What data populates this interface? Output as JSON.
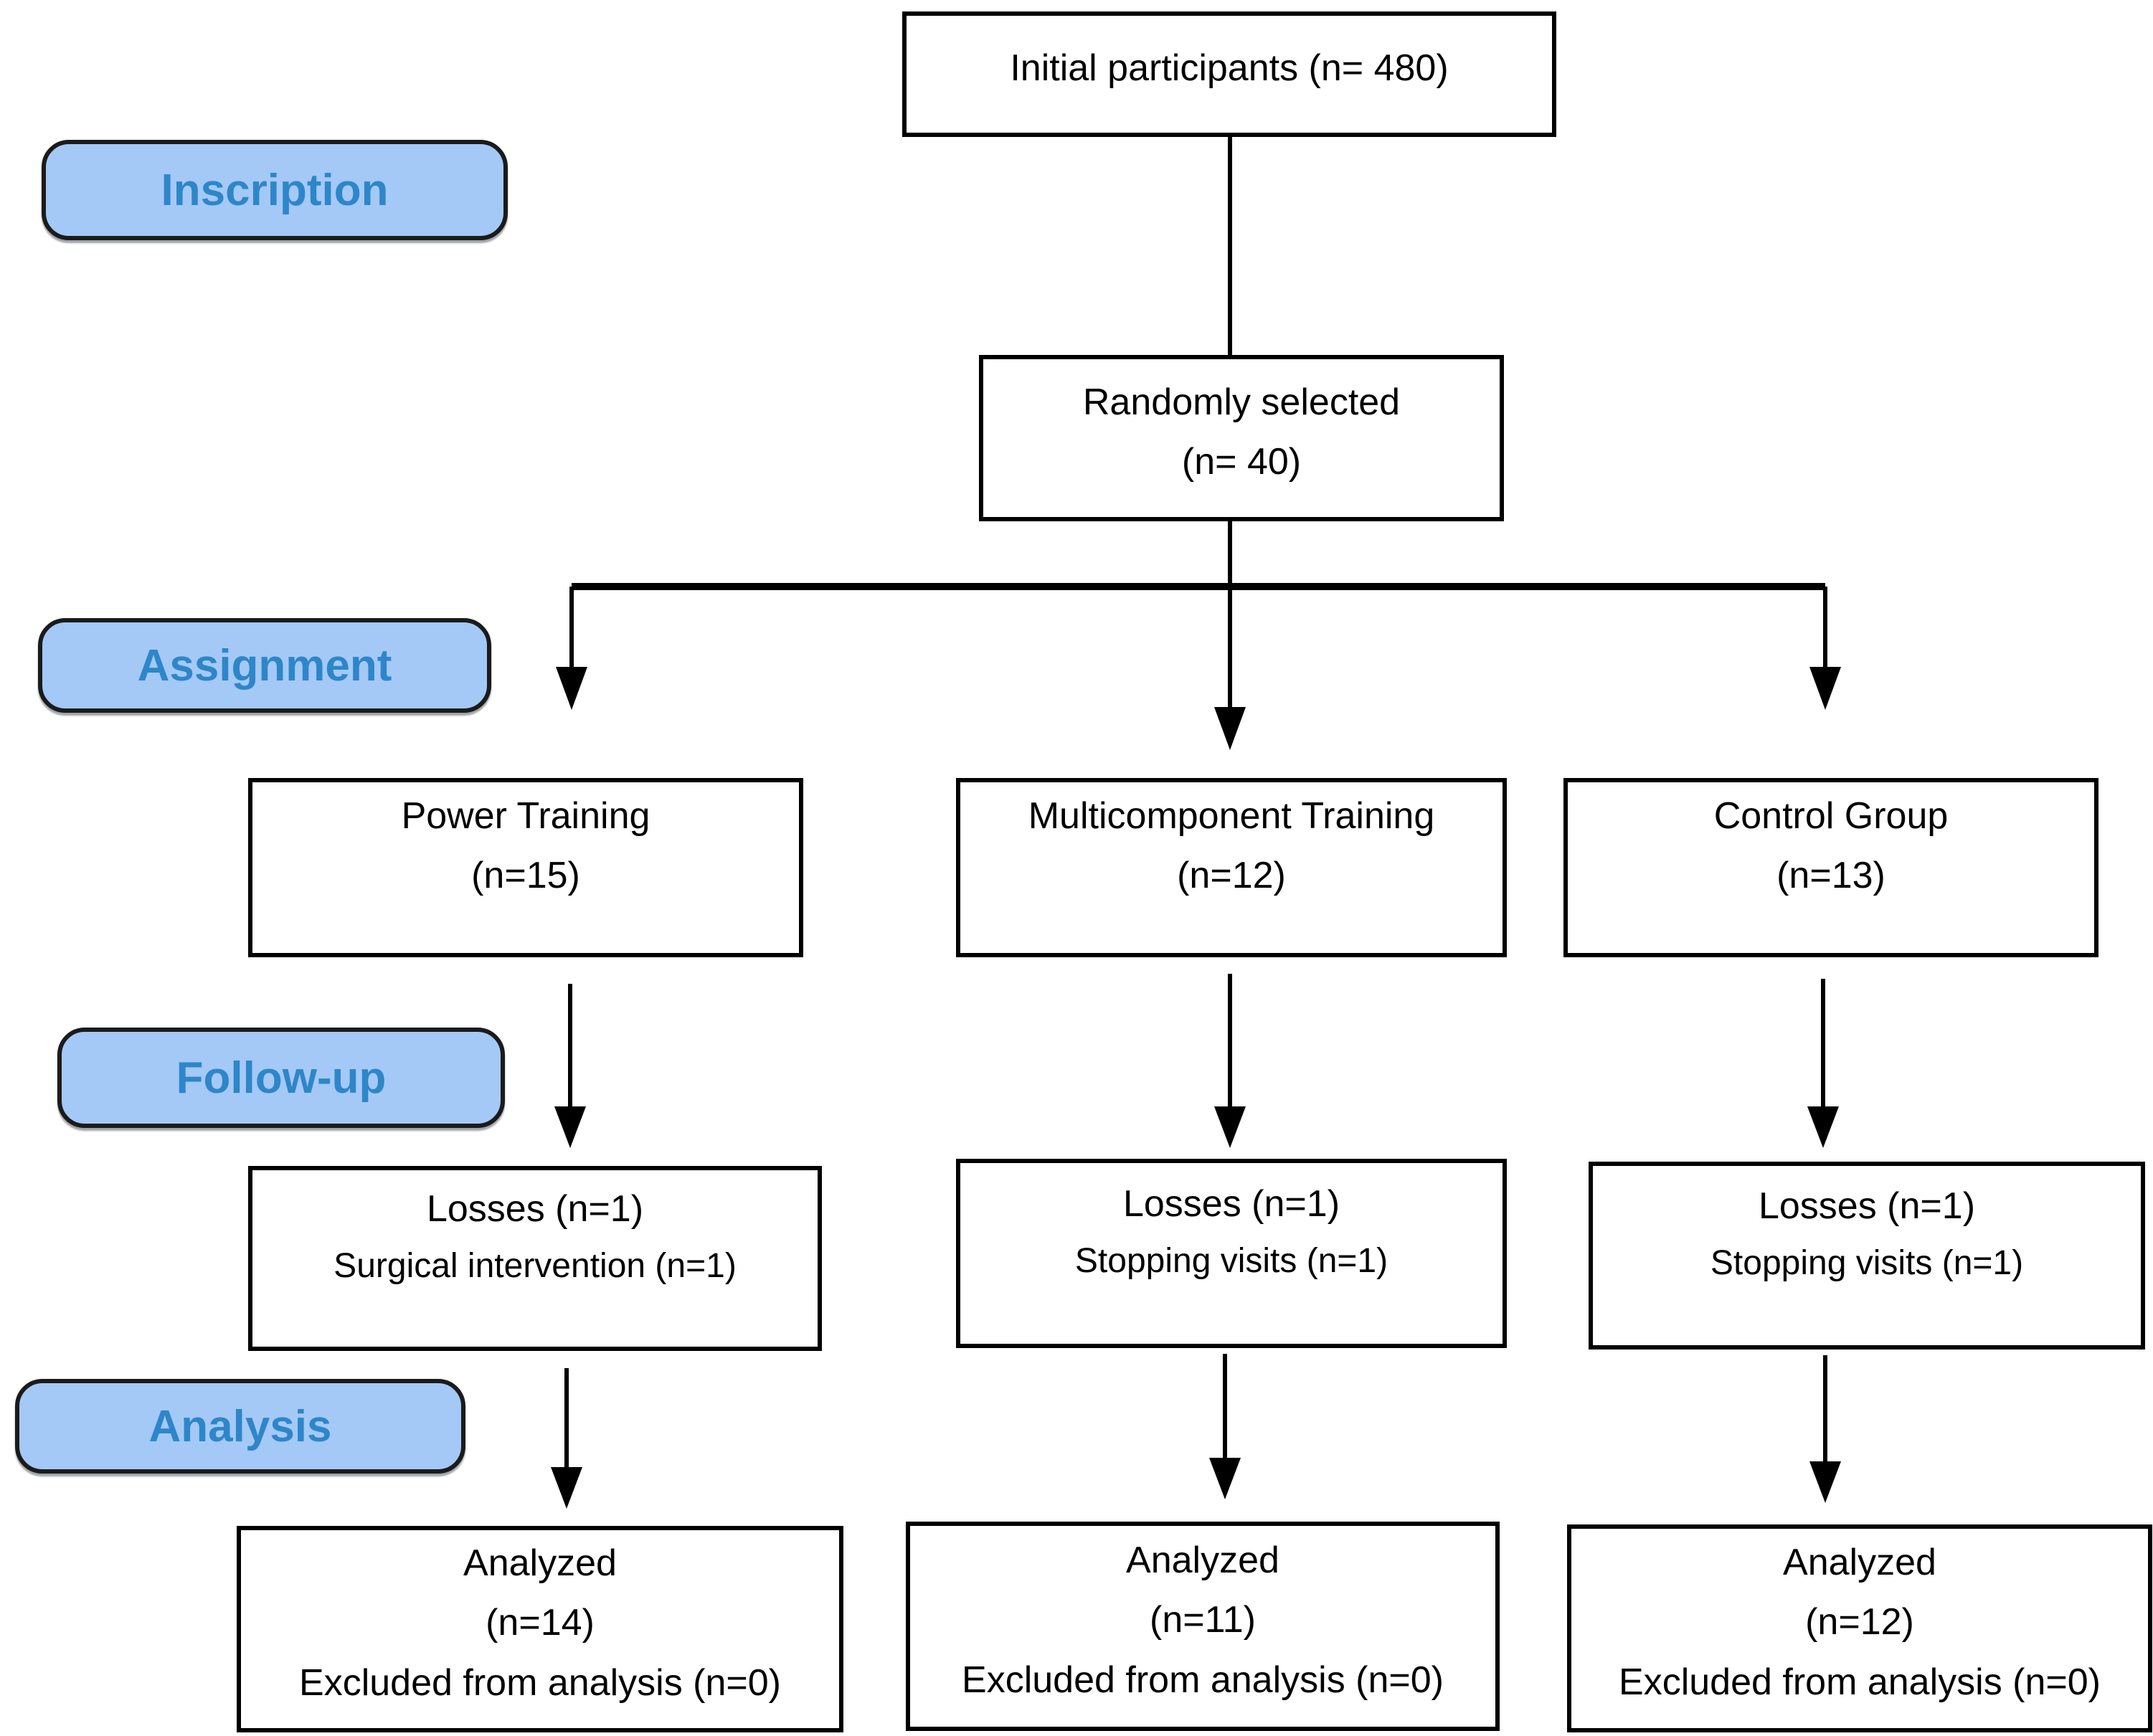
{
  "stages": {
    "inscription": "Inscription",
    "assignment": "Assignment",
    "followup": "Follow-up",
    "analysis": "Analysis"
  },
  "nodes": {
    "initial": {
      "lines": [
        "Initial participants (n= 480)"
      ]
    },
    "random": {
      "lines": [
        "Randomly selected",
        "(n= 40)"
      ]
    },
    "arm_power": {
      "lines": [
        "Power Training",
        "(n=15)"
      ]
    },
    "arm_multi": {
      "lines": [
        "Multicomponent Training",
        "(n=12)"
      ]
    },
    "arm_control": {
      "lines": [
        "Control Group",
        "(n=13)"
      ]
    },
    "loss_power": {
      "lines": [
        "Losses (n=1)",
        "Surgical intervention (n=1)"
      ]
    },
    "loss_multi": {
      "lines": [
        "Losses (n=1)",
        "Stopping visits (n=1)"
      ]
    },
    "loss_control": {
      "lines": [
        "Losses (n=1)",
        "Stopping visits (n=1)"
      ]
    },
    "final_power": {
      "lines": [
        "Analyzed",
        "(n=14)",
        "Excluded from analysis (n=0)"
      ]
    },
    "final_multi": {
      "lines": [
        "Analyzed",
        "(n=11)",
        "Excluded from analysis (n=0)"
      ]
    },
    "final_control": {
      "lines": [
        "Analyzed",
        "(n=12)",
        "Excluded from analysis (n=0)"
      ]
    }
  },
  "colors": {
    "stage_fill": "#A4C9F6",
    "stage_text": "#2E86C8",
    "line": "#000000"
  }
}
